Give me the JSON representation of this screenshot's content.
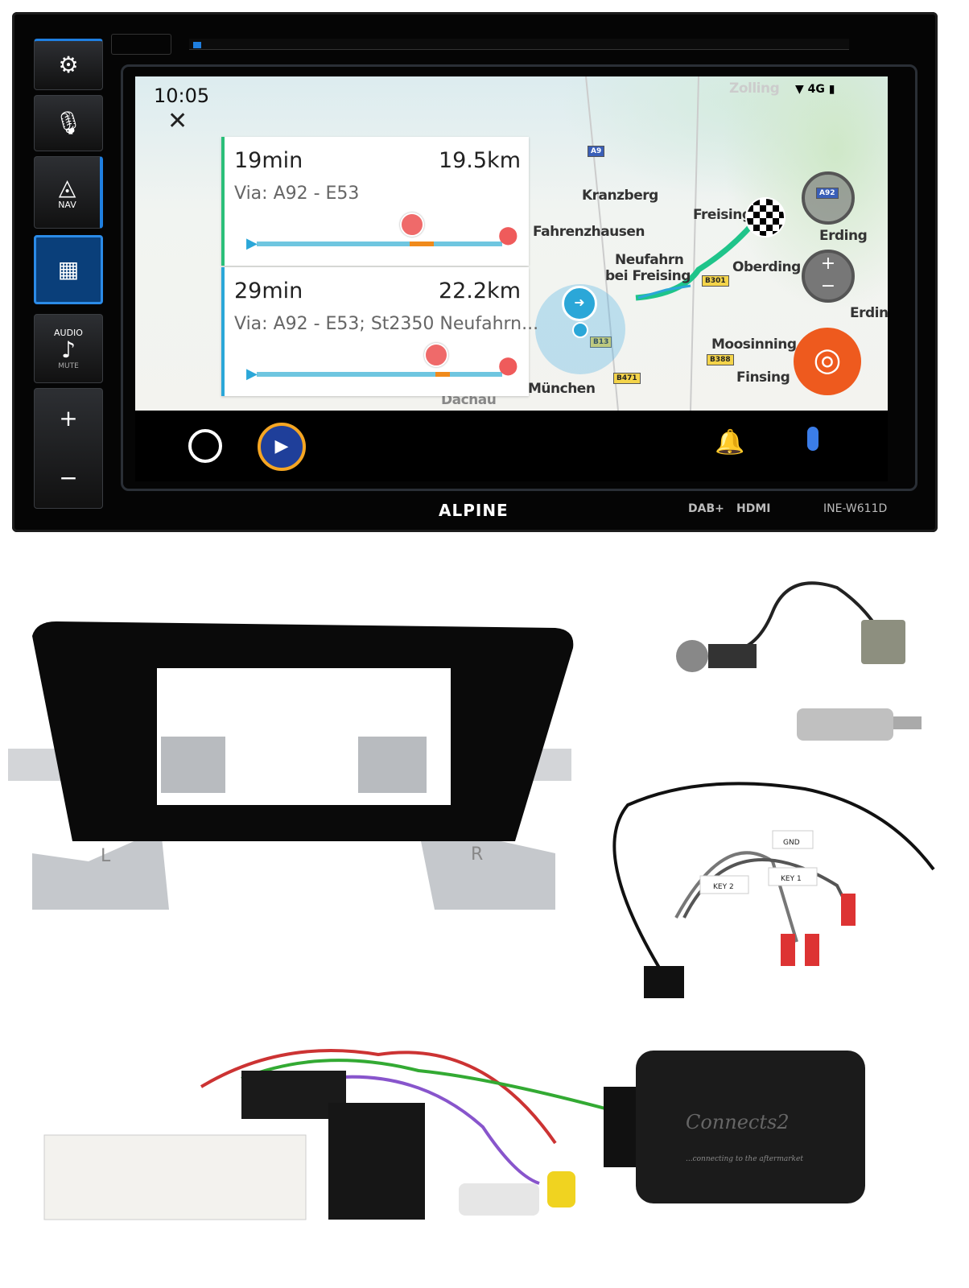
{
  "head_unit": {
    "brand": "ALPINE",
    "model": "INE-W611D",
    "badges": [
      "DAB+",
      "HDMI"
    ],
    "buttons": [
      {
        "icon": "settings-volume-icon",
        "label": ""
      },
      {
        "icon": "microphone-icon",
        "label": ""
      },
      {
        "icon": "navigation-icon",
        "label": "NAV"
      },
      {
        "icon": "apps-grid-icon",
        "label": ""
      },
      {
        "icon": "music-note-icon",
        "label": "AUDIO",
        "sublabel": "MUTE"
      },
      {
        "icon": "plus-icon",
        "label": "+"
      },
      {
        "icon": "minus-icon",
        "label": "−"
      }
    ],
    "accent": "#1f7fe0"
  },
  "screen": {
    "status": {
      "time": "10:05",
      "network": "4G"
    },
    "routes": [
      {
        "duration": "19min",
        "distance": "19.5km",
        "via": "Via: A92 - E53",
        "accent": "#2bbf79"
      },
      {
        "duration": "29min",
        "distance": "22.2km",
        "via": "Via: A92 - E53; St2350 Neufahrn...",
        "accent": "#2ba7d8"
      }
    ],
    "map_labels": [
      "Zolling",
      "Kranzberg",
      "Freising",
      "Erding",
      "Fahrenzhausen",
      "Neufahrn",
      "bei Freising",
      "Oberding",
      "Erdin",
      "Moosinning",
      "Finsing",
      "München",
      "Dachau"
    ],
    "road_shields": [
      "A9",
      "B301",
      "B13",
      "B388",
      "B471",
      "A92"
    ],
    "nav_bar": [
      "home-icon",
      "waze-icon",
      "bell-icon",
      "assistant-mic-icon"
    ]
  },
  "accessories": {
    "harness_labels": [
      "GND",
      "KEY 1",
      "KEY 2"
    ],
    "fascia_labels": [
      "L",
      "R"
    ],
    "interface_brand": "Connects2",
    "interface_tagline": "...connecting to the aftermarket"
  }
}
